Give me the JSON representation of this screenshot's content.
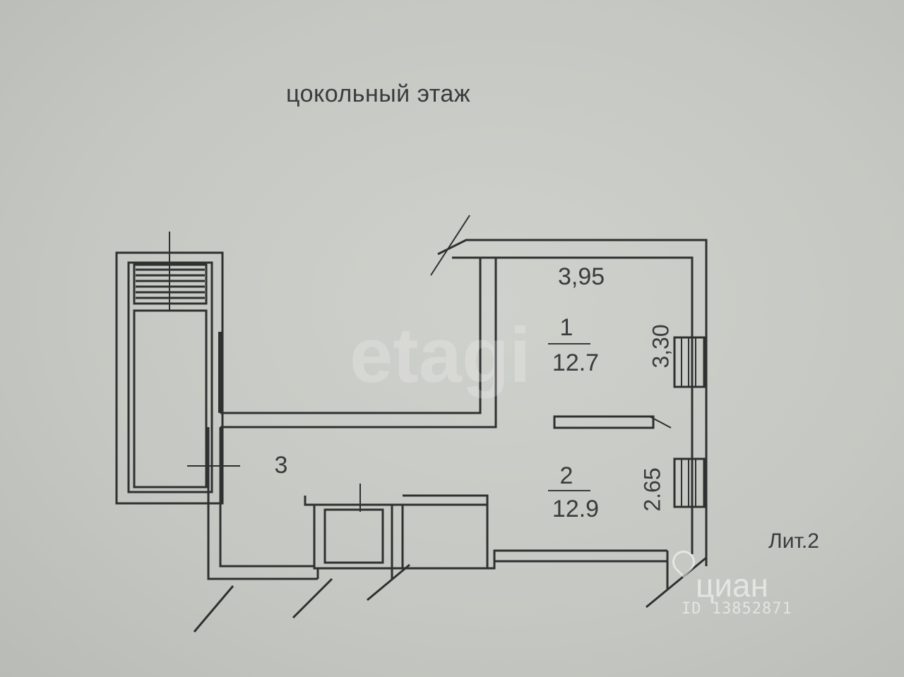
{
  "plan": {
    "title": "цокольный этаж",
    "top_dimension": "3,95",
    "side_dimension_1": "3,30",
    "side_dimension_2": "2.65",
    "room_1": {
      "number": "1",
      "area": "12.7"
    },
    "room_2": {
      "number": "2",
      "area": "12.9"
    },
    "room_3": {
      "number": "3"
    },
    "lit_label": "Лит.2"
  },
  "watermarks": {
    "etagi": "etagi",
    "cian": "циан",
    "cian_id": "ID 13852871"
  },
  "colors": {
    "paper": "#c6c8c3",
    "ink": "#3a3b3c",
    "wall_fill": "#cfd1cc"
  }
}
